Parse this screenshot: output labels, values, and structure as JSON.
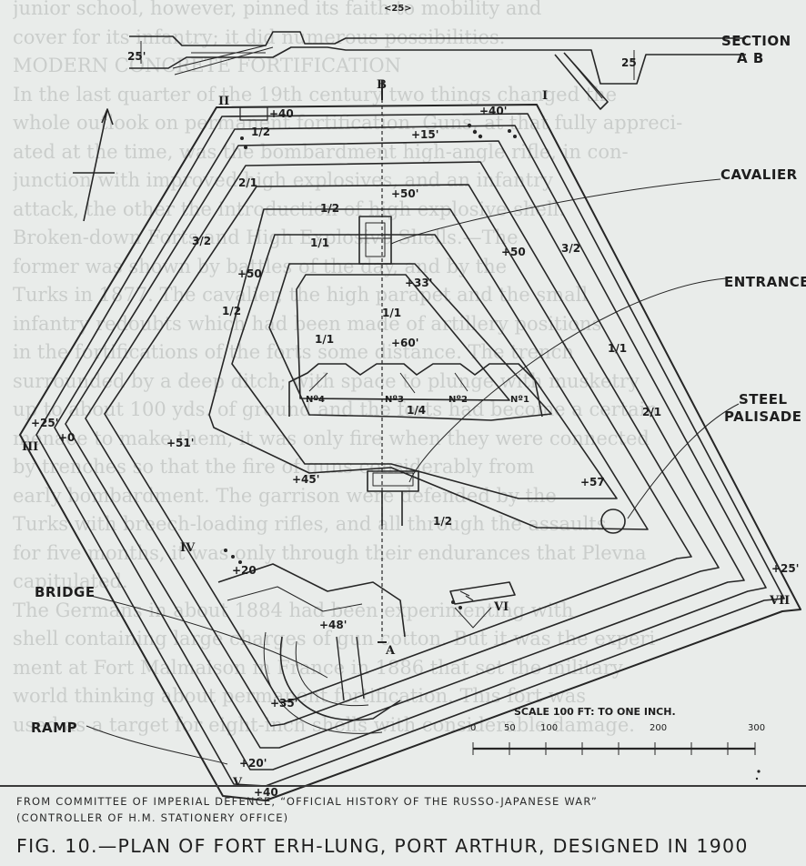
{
  "background_text": [
    "junior school, however, pinned its faith to mobility and",
    "cover for its infantry; it did numerous possibilities.",
    "MODERN CONCRETE FORTIFICATION",
    "In the last quarter of the 19th century two things changed the",
    "whole outlook on permanent fortification. Guns, at that fully appreci-",
    "ated at the time, was the bombardment high-angle rifle, in con-",
    "junction with improved high explosives, and an infantry",
    "attack, the other the introduction of high explosive shell.",
    "Broken-down Forts and High Explosive Shells.—The",
    "former was shown by battles of the day, and by the",
    "Turks in 1877. The cavalier, the high parapet and the small",
    "infantry redoubts which had been made of artillery positions",
    "in the fortifications of the forts some distance. The trench",
    "surrounded by a deep ditch; with space to plunge with musketry",
    "up to about 100 yds. of ground and the forts had become a certain",
    "menace to make them, it was only fire when they were connected",
    "by trenches so that the fire of guns considerably from",
    "early bombardment. The garrison were defended by the",
    "Turks with breech-loading rifles, and all through the assaults",
    "for five months, it was only through their endurances that Plevna",
    "capitulated.",
    "The Germans in about 1884 had been experimenting with",
    "shell containing large charges of gun cotton. But it was the experi-",
    "ment at Fort Malmaison in France in 1886 that set the military",
    "world thinking about permanent fortification. This fort was",
    "used as a target for eight-inch shells with considerable damage."
  ],
  "labels": {
    "section": "SECTION",
    "section_ab": "A B",
    "cavalier": "CAVALIER",
    "entrance": "ENTRANCE",
    "steel": "STEEL",
    "palisade": "PALISADE",
    "bridge": "BRIDGE",
    "ramp": "RAMP"
  },
  "section_dims": [
    "<25>",
    "25'",
    "25"
  ],
  "points": {
    "A": "A",
    "B": "B"
  },
  "romans": [
    "I",
    "II",
    "III",
    "IV",
    "V",
    "VI",
    "VII"
  ],
  "elevations": [
    "+40",
    "+40'",
    "+15'",
    "+50'",
    "+50",
    "+50",
    "+33'",
    "+60'",
    "+51'",
    "+45'",
    "+57",
    "+25'",
    "+0",
    "+25'",
    "+20",
    "+48'",
    "+35'",
    "+20'",
    "+40"
  ],
  "slopes": [
    "1/1",
    "1/1",
    "1/1",
    "1/1",
    "1/2",
    "1/2",
    "1/2",
    "1/2",
    "2/1",
    "2/1",
    "3/2",
    "3/2",
    "1/4"
  ],
  "guns": [
    "Nº4",
    "Nº3",
    "Nº2",
    "Nº1"
  ],
  "scale": {
    "title": "SCALE 100 FT: TO ONE INCH.",
    "ticks": [
      "0",
      "50",
      "100",
      "200",
      "300"
    ]
  },
  "source_lines": [
    "FROM COMMITTEE OF IMPERIAL DEFENCE, “OFFICIAL HISTORY OF THE RUSSO-JAPANESE WAR”",
    "(CONTROLLER OF H.M. STATIONERY OFFICE)"
  ],
  "caption": "FIG. 10.—PLAN OF FORT ERH-LUNG, PORT ARTHUR, DESIGNED IN 1900",
  "colors": {
    "paper": "#e9ecea",
    "ink": "#1e1e1e",
    "faded": "#8c918f"
  }
}
